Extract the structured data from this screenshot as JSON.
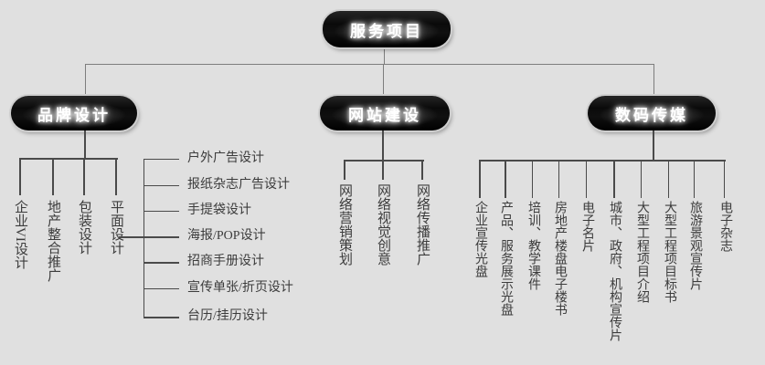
{
  "root": {
    "label": "服务项目"
  },
  "branches": [
    {
      "label": "品牌设计",
      "children": [
        "企业VI设计",
        "地产整合推广",
        "包装设计",
        "平面设计"
      ]
    },
    {
      "label": "网站建设",
      "children": [
        "网络营销策划",
        "网络视觉创意",
        "网络传播推广"
      ]
    },
    {
      "label": "数码传媒",
      "children": [
        "企业宣传光盘",
        "产品、服务展示光盘",
        "培训、教学课件",
        "房地产楼盘电子楼书",
        "电子名片",
        "城市、政府、机构宣传片",
        "大型工程项目介绍",
        "大型工程项目标书",
        "旅游景观宣传片",
        "电子杂志"
      ]
    }
  ],
  "graphic_design_sublist": {
    "parent": "平面设计",
    "items": [
      "户外广告设计",
      "报纸杂志广告设计",
      "手提袋设计",
      "海报/POP设计",
      "招商手册设计",
      "宣传单张/折页设计",
      "台历/挂历设计"
    ]
  },
  "colors": {
    "background": "#e0e0e0",
    "node_fill": "#000000",
    "node_text": "#ffffff",
    "node_rim": "#cfcfcf",
    "connector": "#4a4a4a",
    "label_text": "#3c3c3c"
  }
}
